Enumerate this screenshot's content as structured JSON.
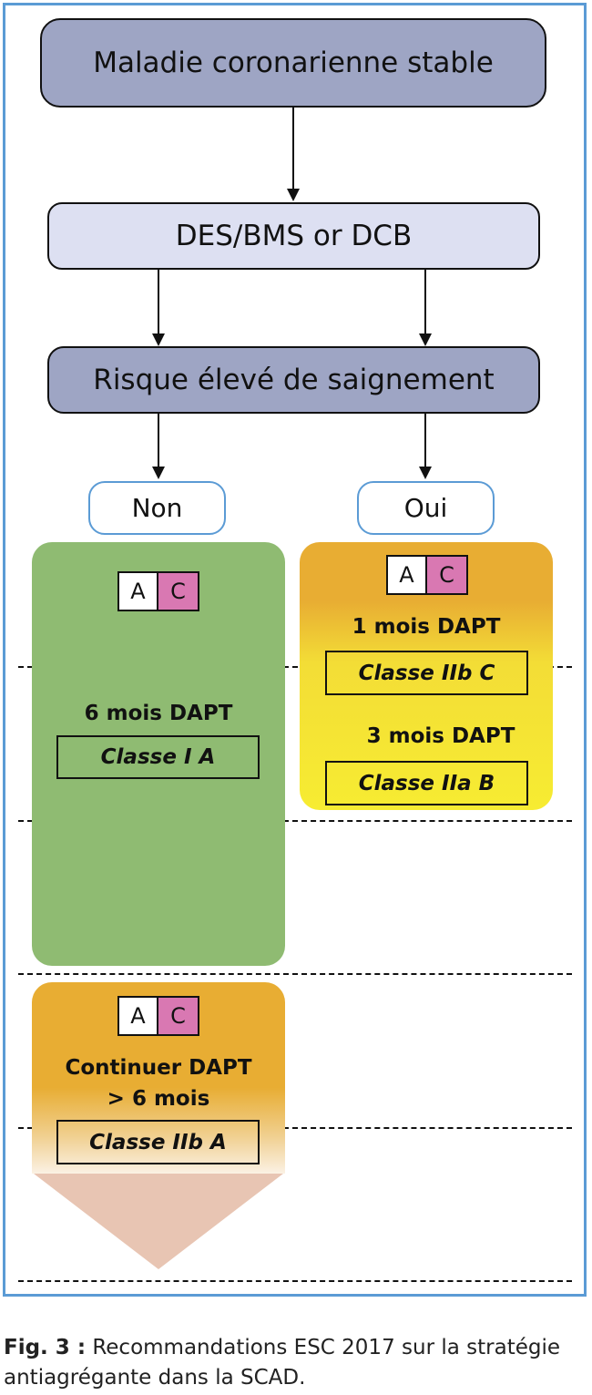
{
  "diagram": {
    "top_box": "Maladie coronarienne stable",
    "device_box": "DES/BMS or DCB",
    "risk_box": "Risque élevé de saignement",
    "branch_no": "Non",
    "branch_yes": "Oui",
    "evidence_a": "A",
    "evidence_c": "C",
    "green_panel": {
      "duration": "6 mois DAPT",
      "class": "Classe I A"
    },
    "yellow_panel": {
      "duration_1": "1 mois DAPT",
      "class_1": "Classe IIb C",
      "duration_2": "3 mois DAPT",
      "class_2": "Classe IIa B"
    },
    "orange_panel": {
      "duration_line1": "Continuer DAPT",
      "duration_line2": "> 6 mois",
      "class": "Classe IIb A"
    },
    "colors": {
      "frame": "#5b9bd5",
      "dark_box": "#9ea5c4",
      "light_box": "#dde0f2",
      "green": "#8fbb72",
      "yellow": "#f7ec32",
      "orange": "#e8ad33",
      "pink": "#d978b2"
    }
  },
  "caption": {
    "label": "Fig. 3 :",
    "text": " Recommandations ESC 2017 sur la stratégie antiagrégante dans la SCAD."
  }
}
